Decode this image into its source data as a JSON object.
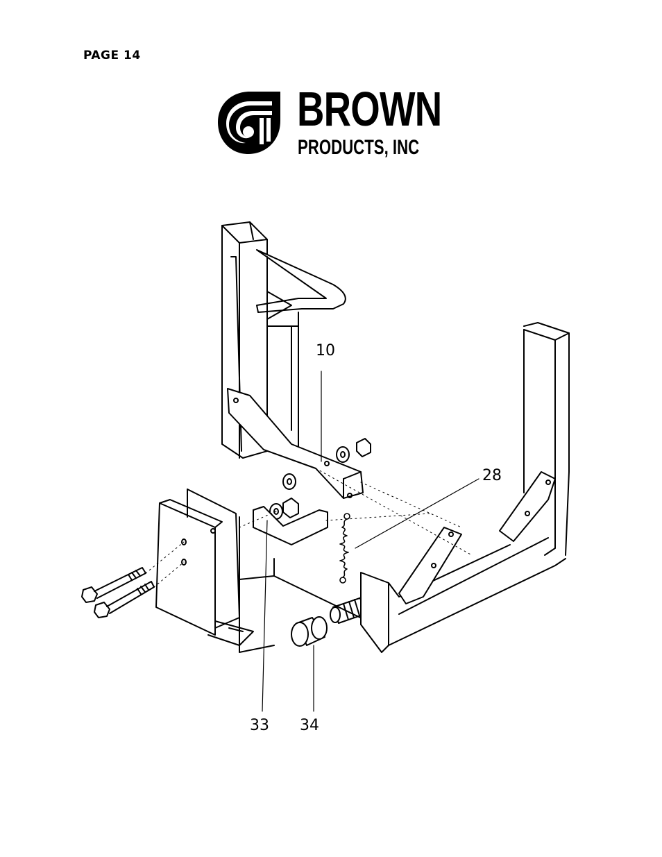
{
  "page": {
    "label": "PAGE 14"
  },
  "logo": {
    "brand": "BROWN",
    "subtitle": "PRODUCTS, INC",
    "mark_icon": "brown-products-swoosh-logo"
  },
  "diagram": {
    "callouts": [
      {
        "id": "10",
        "text": "10"
      },
      {
        "id": "28",
        "text": "28"
      },
      {
        "id": "33",
        "text": "33"
      },
      {
        "id": "34",
        "text": "34"
      }
    ]
  }
}
